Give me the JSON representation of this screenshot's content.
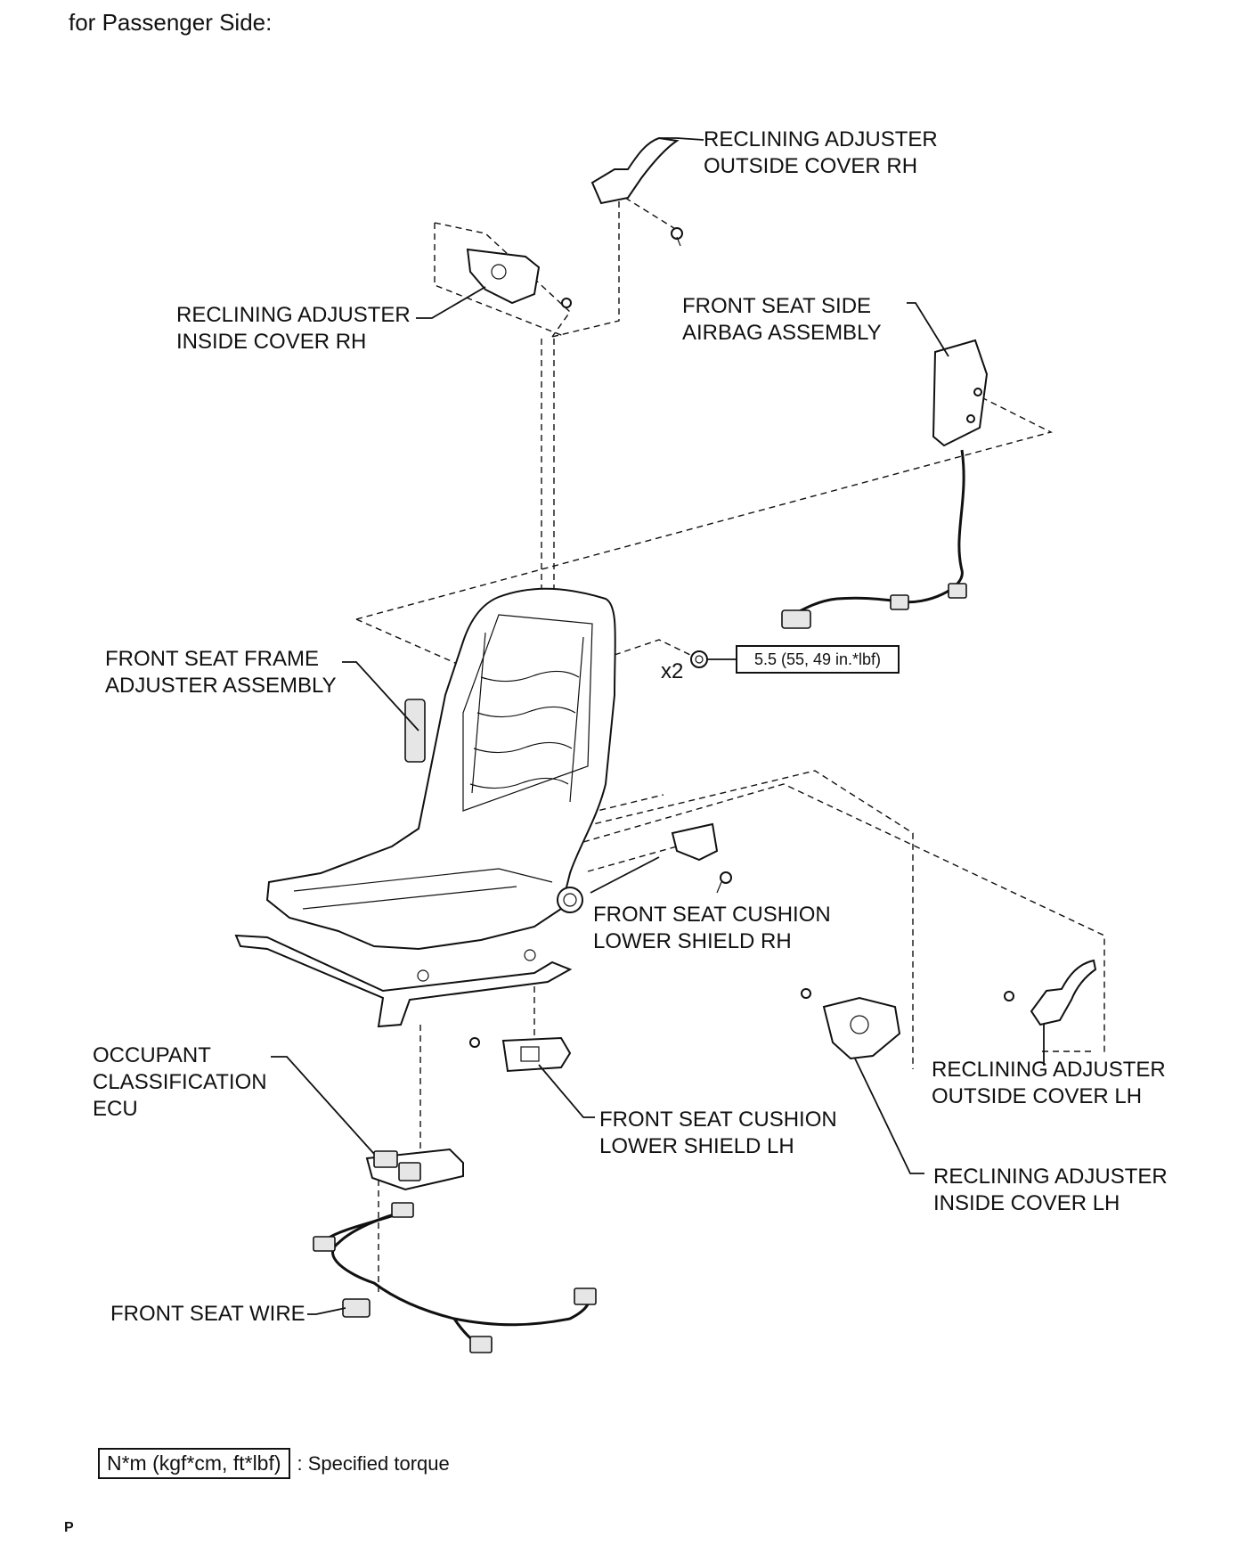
{
  "heading": "for Passenger Side:",
  "labels": {
    "recl_out_rh": "RECLINING ADJUSTER\nOUTSIDE COVER RH",
    "recl_in_rh": "RECLINING ADJUSTER\nINSIDE COVER RH",
    "airbag": "FRONT SEAT SIDE\nAIRBAG ASSEMBLY",
    "frame": "FRONT SEAT FRAME\nADJUSTER ASSEMBLY",
    "shield_rh": "FRONT SEAT CUSHION\nLOWER SHIELD RH",
    "occupant_ecu": "OCCUPANT\nCLASSIFICATION\nECU",
    "shield_lh": "FRONT SEAT CUSHION\nLOWER SHIELD LH",
    "recl_out_lh": "RECLINING ADJUSTER\nOUTSIDE COVER LH",
    "recl_in_lh": "RECLINING ADJUSTER\nINSIDE COVER LH",
    "seat_wire": "FRONT SEAT WIRE"
  },
  "torque": "5.5 (55, 49 in.*lbf)",
  "quantity": "x2",
  "legend": {
    "unit_box": "N*m (kgf*cm, ft*lbf)",
    "text": ": Specified torque"
  },
  "corner_mark": "P"
}
